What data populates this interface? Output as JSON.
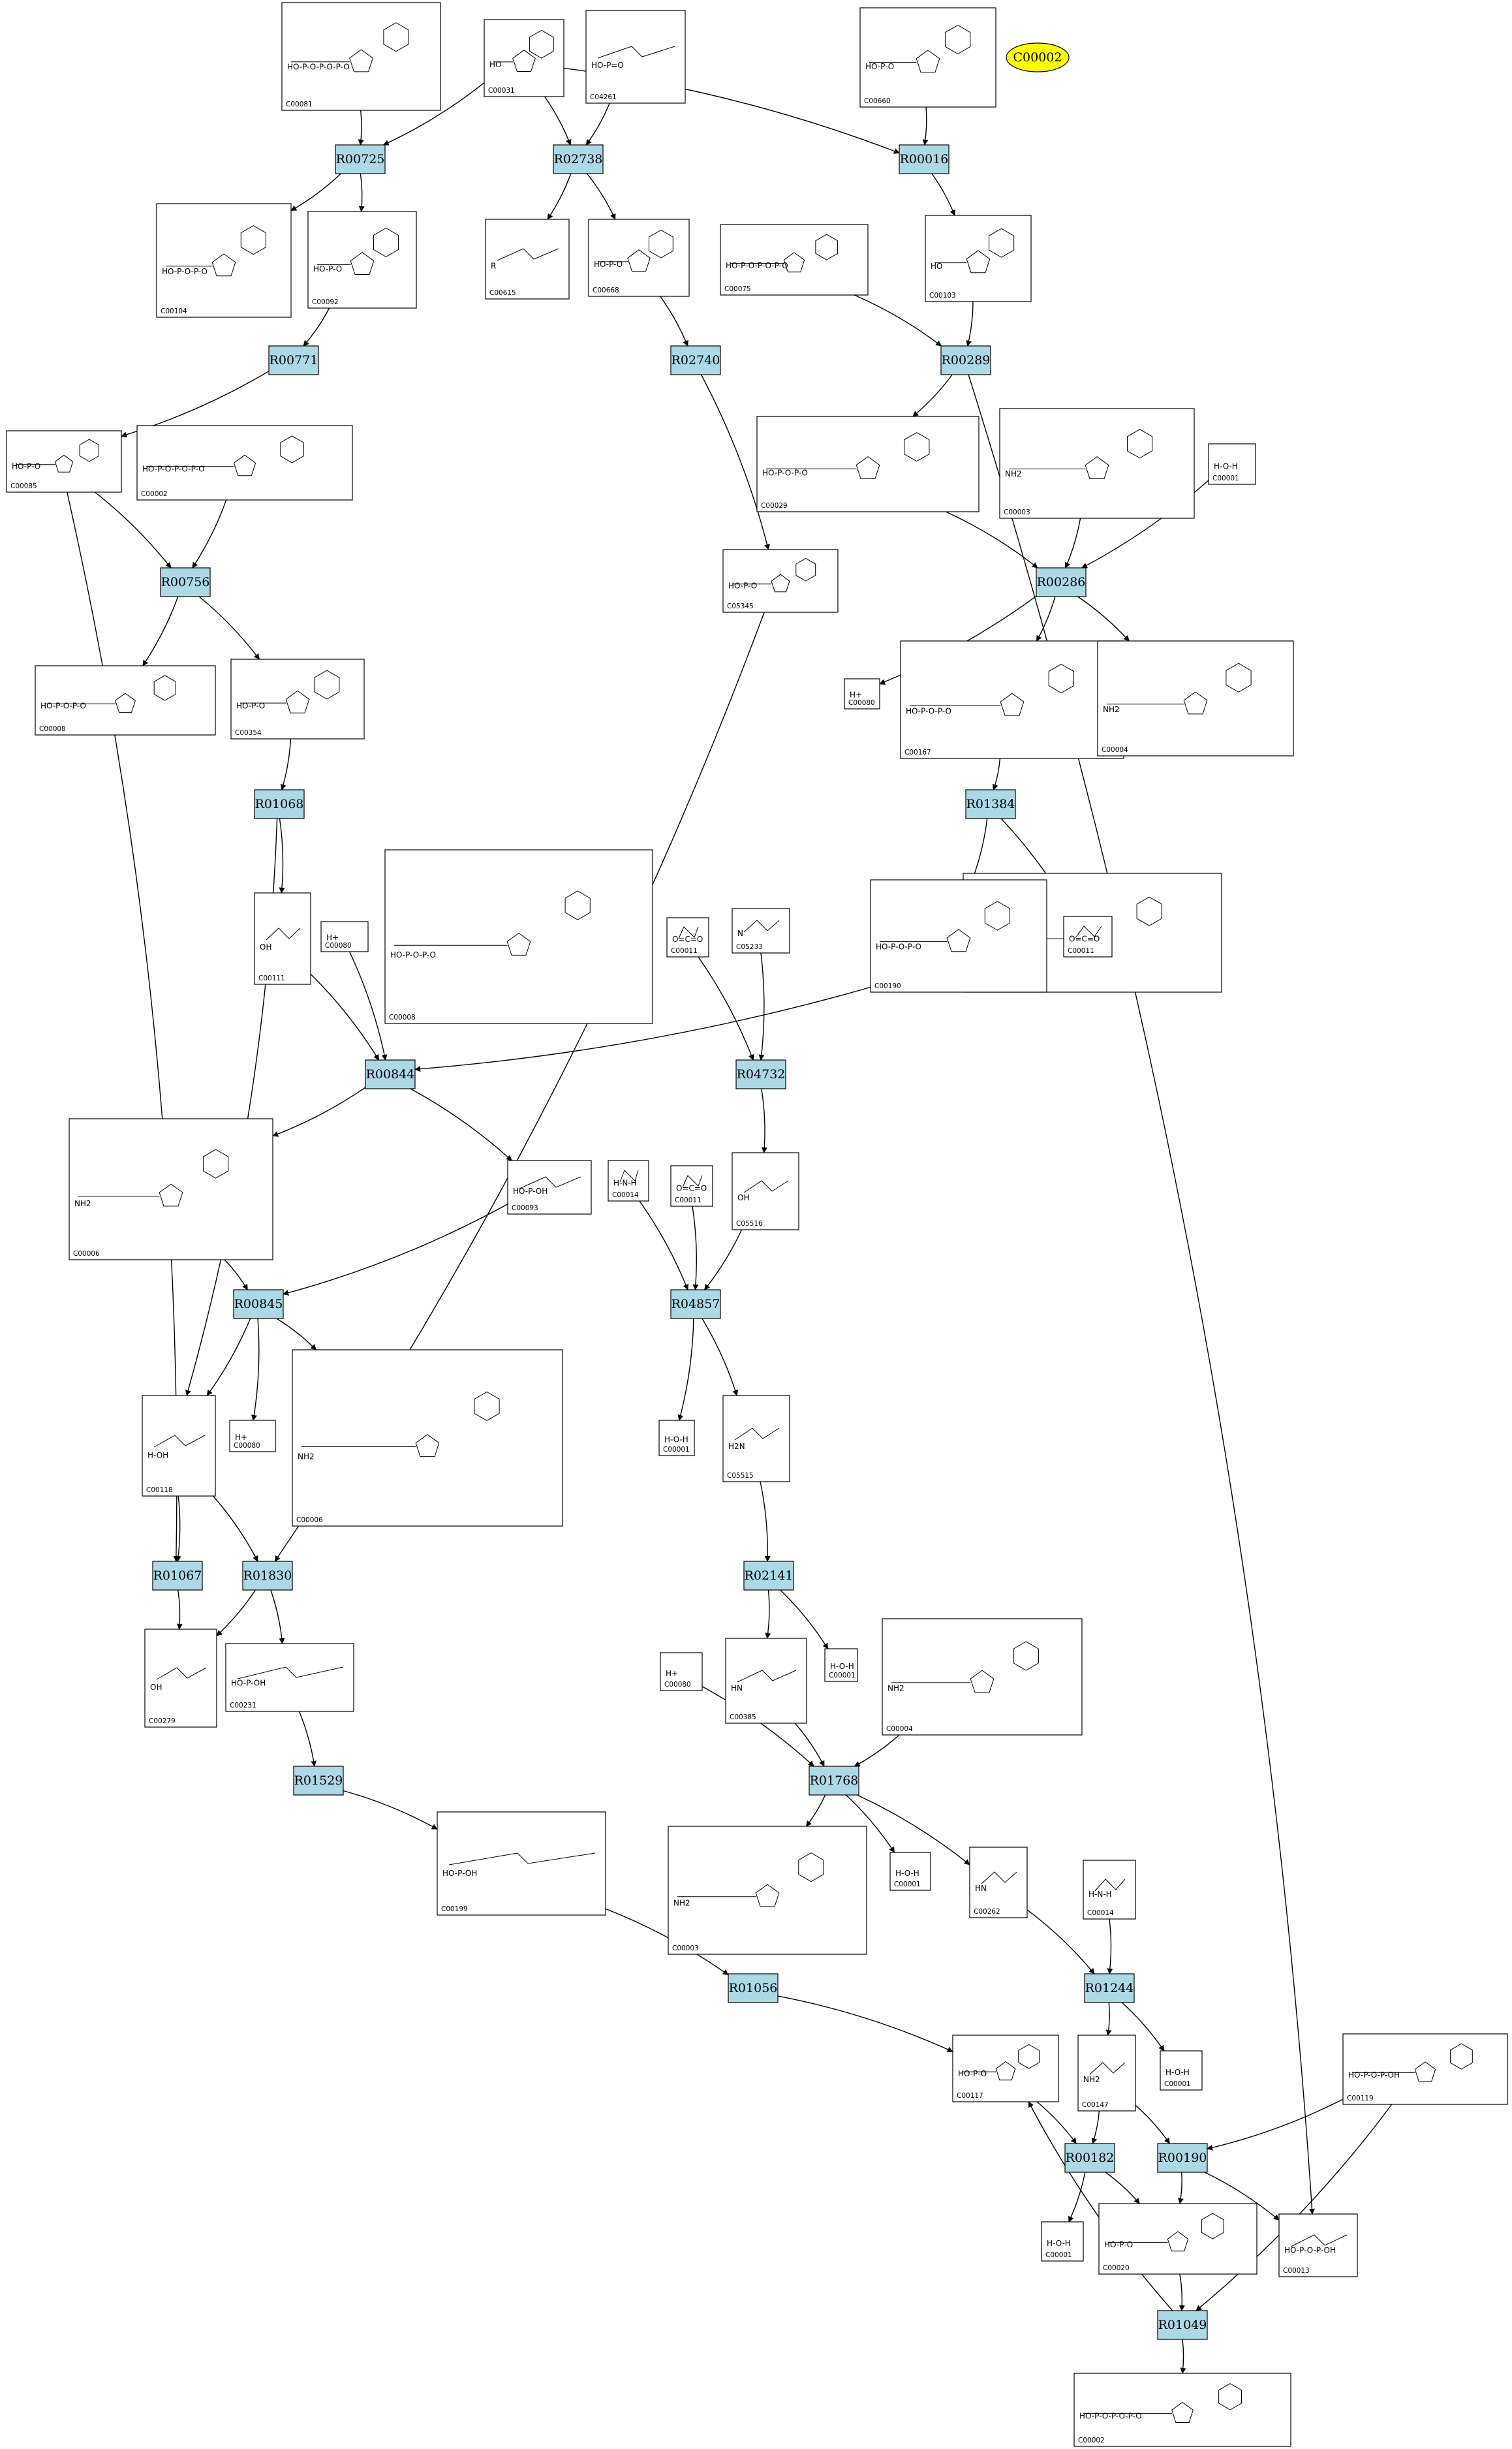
{
  "diagram": {
    "highlight": {
      "label": "C00002",
      "fill": "#ffff00"
    },
    "colors": {
      "reaction_fill": "#add8e6",
      "edge": "#000000",
      "node_border": "#000000",
      "background": "#ffffff"
    },
    "reactions": [
      {
        "id": "R00725"
      },
      {
        "id": "R02738"
      },
      {
        "id": "R00016"
      },
      {
        "id": "R00771"
      },
      {
        "id": "R02740"
      },
      {
        "id": "R00289"
      },
      {
        "id": "R00756"
      },
      {
        "id": "R00286"
      },
      {
        "id": "R01068"
      },
      {
        "id": "R01384"
      },
      {
        "id": "R04732"
      },
      {
        "id": "R00844"
      },
      {
        "id": "R04857"
      },
      {
        "id": "R00845"
      },
      {
        "id": "R01067"
      },
      {
        "id": "R01830"
      },
      {
        "id": "R02141"
      },
      {
        "id": "R01529"
      },
      {
        "id": "R01768"
      },
      {
        "id": "R01056"
      },
      {
        "id": "R01244"
      },
      {
        "id": "R00182"
      },
      {
        "id": "R00190"
      },
      {
        "id": "R01049"
      }
    ],
    "compounds": [
      {
        "id": "C00081",
        "kind": "big",
        "text": "HO-P-O-P-O-P-O"
      },
      {
        "id": "C00031",
        "kind": "sugar",
        "text": "HO"
      },
      {
        "id": "C04261",
        "kind": "small",
        "text": "HO-P=O"
      },
      {
        "id": "C00660",
        "kind": "big",
        "text": "HO-P-O"
      },
      {
        "id": "C00104",
        "kind": "big",
        "text": "HO-P-O-P-O"
      },
      {
        "id": "C00092",
        "kind": "sugar",
        "text": "HO-P-O"
      },
      {
        "id": "C00615",
        "kind": "small",
        "text": "R"
      },
      {
        "id": "C00668",
        "kind": "sugar",
        "text": "HO-P-O"
      },
      {
        "id": "C00075",
        "kind": "big",
        "text": "HO-P-O-P-O-P-O"
      },
      {
        "id": "C00103",
        "kind": "sugar",
        "text": "HO"
      },
      {
        "id": "C00085",
        "kind": "sugar",
        "text": "HO-P-O"
      },
      {
        "id": "C00002",
        "kind": "big",
        "text": "HO-P-O-P-O-P-O"
      },
      {
        "id": "C00029",
        "kind": "big",
        "text": "HO-P-O-P-O"
      },
      {
        "id": "C00003",
        "kind": "big",
        "text": "NH2"
      },
      {
        "id": "C00001",
        "kind": "water",
        "text": "H-O-H"
      },
      {
        "id": "C05345",
        "kind": "sugar",
        "text": "HO-P-O"
      },
      {
        "id": "C00008",
        "kind": "big",
        "text": "HO-P-O-P-O"
      },
      {
        "id": "C00354",
        "kind": "sugar",
        "text": "HO-P-O"
      },
      {
        "id": "C00080",
        "kind": "proton",
        "text": "H+"
      },
      {
        "id": "C00167",
        "kind": "big",
        "text": "HO-P-O-P-O"
      },
      {
        "id": "C00004",
        "kind": "big",
        "text": "NH2"
      },
      {
        "id": "C00111",
        "kind": "small",
        "text": "OH"
      },
      {
        "id": "C00005",
        "kind": "big",
        "text": "NH2"
      },
      {
        "id": "C00011",
        "kind": "small",
        "text": "O=C=O"
      },
      {
        "id": "C05233",
        "kind": "small",
        "text": "N"
      },
      {
        "id": "C00190",
        "kind": "big",
        "text": "HO-P-O-P-O"
      },
      {
        "id": "C00006",
        "kind": "big",
        "text": "NH2"
      },
      {
        "id": "C00093",
        "kind": "small",
        "text": "HO-P-OH"
      },
      {
        "id": "C00014",
        "kind": "small",
        "text": "H-N-H"
      },
      {
        "id": "C05516",
        "kind": "small",
        "text": "OH"
      },
      {
        "id": "C00118",
        "kind": "small",
        "text": "H-OH"
      },
      {
        "id": "C05515",
        "kind": "small",
        "text": "H2N"
      },
      {
        "id": "C00279",
        "kind": "small",
        "text": "OH"
      },
      {
        "id": "C00231",
        "kind": "small",
        "text": "HO-P-OH"
      },
      {
        "id": "C00385",
        "kind": "small",
        "text": "HN"
      },
      {
        "id": "C00199",
        "kind": "small",
        "text": "HO-P-OH"
      },
      {
        "id": "C00262",
        "kind": "small",
        "text": "HN"
      },
      {
        "id": "C00117",
        "kind": "sugar",
        "text": "HO-P-O"
      },
      {
        "id": "C00147",
        "kind": "small",
        "text": "NH2"
      },
      {
        "id": "C00119",
        "kind": "big",
        "text": "HO-P-O-P-OH"
      },
      {
        "id": "C00020",
        "kind": "big",
        "text": "HO-P-O"
      },
      {
        "id": "C00013",
        "kind": "small",
        "text": "HO-P-O-P-OH"
      }
    ]
  }
}
